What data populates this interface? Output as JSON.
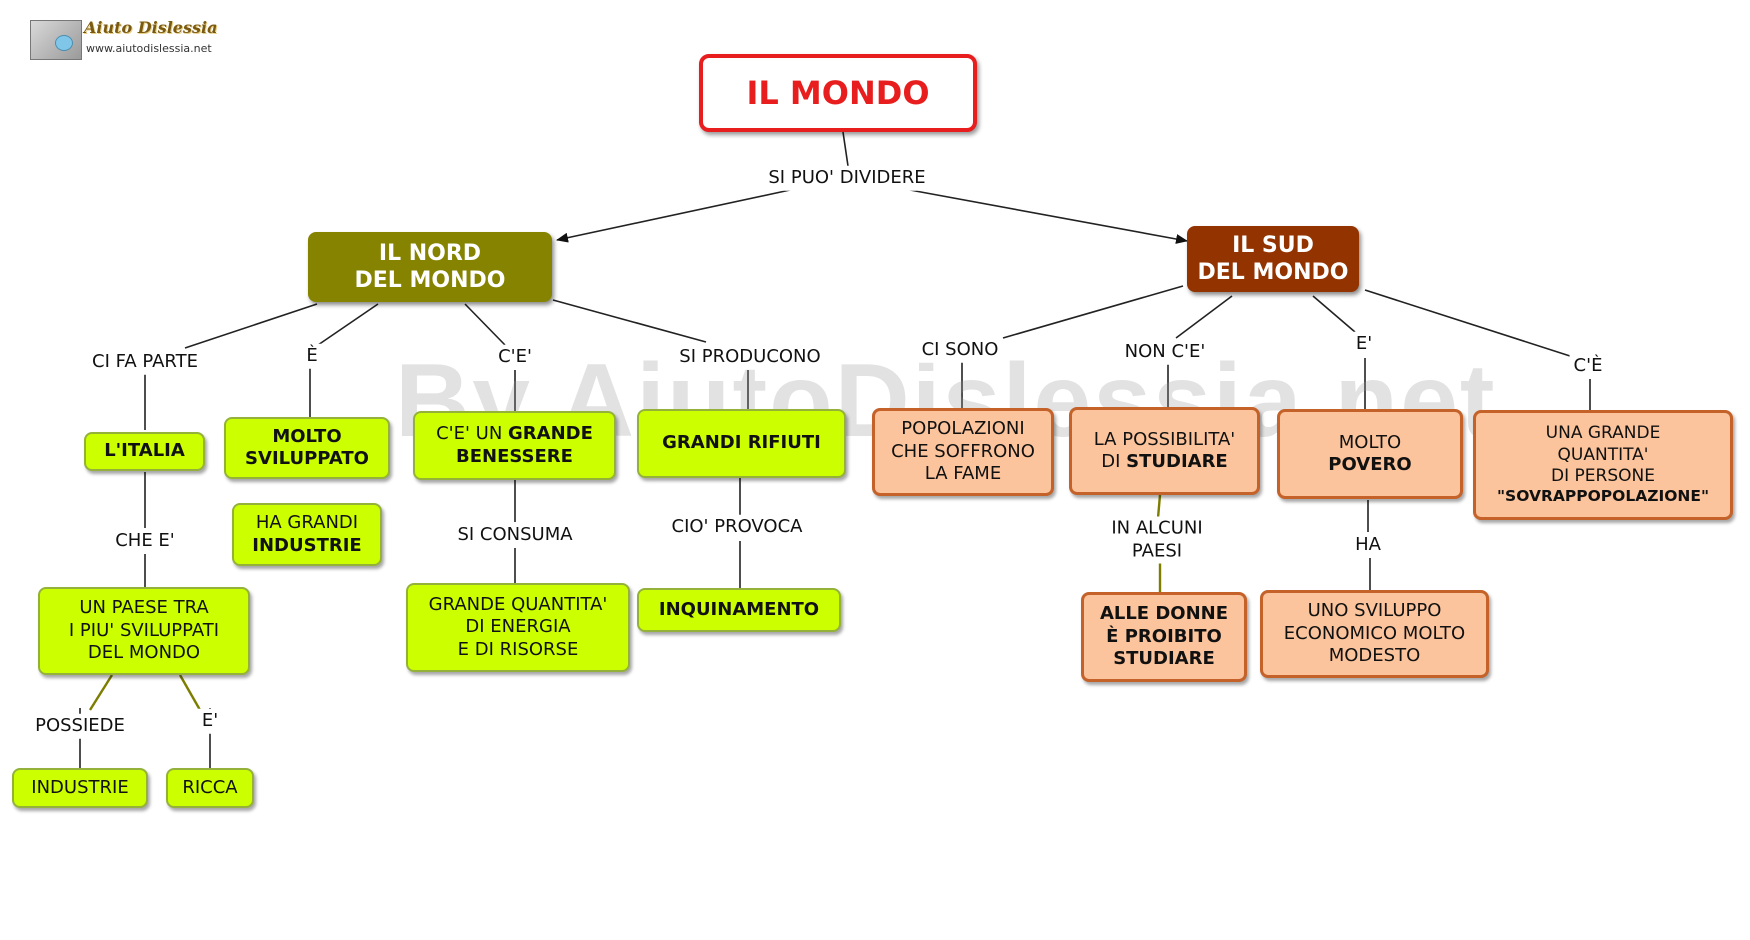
{
  "logo": {
    "title": "Aiuto Dislessia",
    "url": "www.aiutodislessia.net"
  },
  "watermark": "By AiutoDislessia.net",
  "root": {
    "text": "IL MONDO"
  },
  "root_link": "SI PUO' DIVIDERE",
  "north": {
    "title": [
      "IL NORD",
      "DEL MONDO"
    ],
    "links": {
      "ci_fa_parte": "CI FA PARTE",
      "e": "È",
      "ce": "C'E'",
      "si_producono": "SI PRODUCONO"
    },
    "italia": "L'ITALIA",
    "che_e": "CHE E'",
    "paese": [
      "UN PAESE TRA",
      "I PIU' SVILUPPATI",
      "DEL MONDO"
    ],
    "possiede": "POSSIEDE",
    "e2": "E'",
    "industrie": "INDUSTRIE",
    "ricca": "RICCA",
    "molto_sviluppato": [
      "MOLTO",
      "SVILUPPATO"
    ],
    "ha_grandi": "HA GRANDI",
    "industrie_bold": "INDUSTRIE",
    "benessere": {
      "pre": "C'E' UN ",
      "bold1": "GRANDE",
      "bold2": "BENESSERE"
    },
    "si_consuma": "SI CONSUMA",
    "grande_quantita": [
      "GRANDE QUANTITA'",
      "DI ENERGIA",
      "E DI RISORSE"
    ],
    "grandi_rifiuti": "GRANDI RIFIUTI",
    "cio_provoca": "CIO' PROVOCA",
    "inquinamento": "INQUINAMENTO"
  },
  "south": {
    "title": [
      "IL SUD",
      "DEL MONDO"
    ],
    "links": {
      "ci_sono": "CI SONO",
      "non_ce": "NON C'E'",
      "e": "E'",
      "ce": "C'È"
    },
    "popolazioni": [
      "POPOLAZIONI",
      "CHE SOFFRONO",
      "LA FAME"
    ],
    "possibilita": {
      "line1": "LA POSSIBILITA'",
      "pre": "DI ",
      "bold": "STUDIARE"
    },
    "in_alcuni_paesi": [
      "IN ALCUNI",
      "PAESI"
    ],
    "alle_donne": [
      "ALLE DONNE",
      "È PROIBITO",
      "STUDIARE"
    ],
    "molto_povero": {
      "line1": "MOLTO",
      "bold": "POVERO"
    },
    "ha": "HA",
    "sviluppo": [
      "UNO SVILUPPO",
      "ECONOMICO MOLTO",
      "MODESTO"
    ],
    "grande_quantita": {
      "l1": "UNA GRANDE",
      "l2": "QUANTITA'",
      "l3": "DI PERSONE",
      "bold": "\"SOVRAPPOPOLAZIONE\""
    }
  }
}
